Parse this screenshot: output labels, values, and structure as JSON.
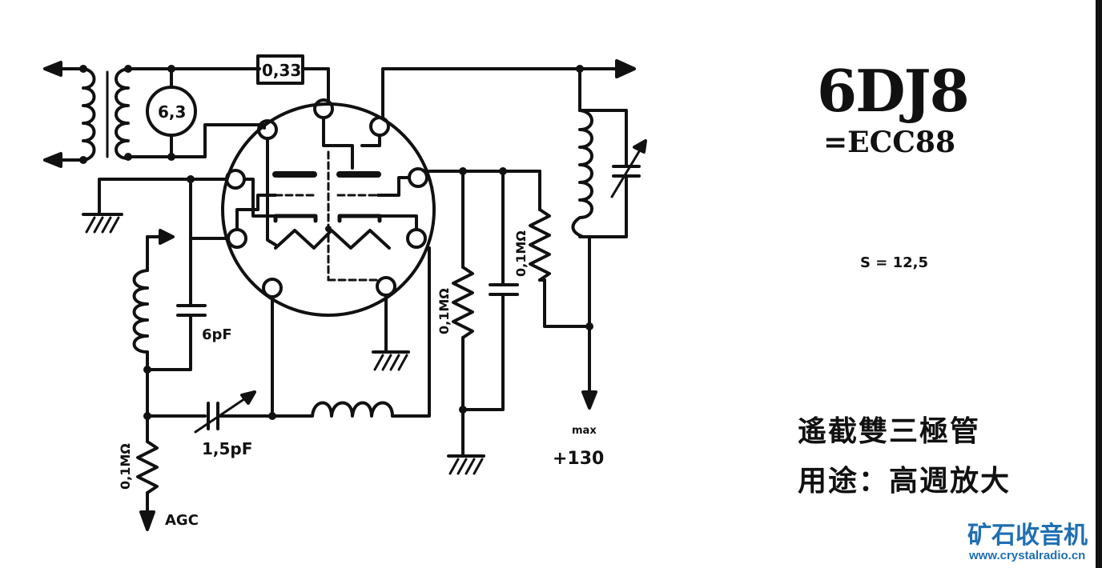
{
  "title": "6DJ8",
  "subtitle": "=ECC88",
  "s_value": "S = 12,5",
  "description_line1": "遙截雙三極管",
  "description_line2": "用途：高週放大",
  "watermark_cn": "矿石收音机",
  "watermark_url": "www.crystalradio.cn",
  "components": {
    "resistor_top": "0,33",
    "heater_voltage": "6,3",
    "cap_6pf": "6pF",
    "cap_1_5pf": "1,5pF",
    "res_agc": "0,1MΩ",
    "res_grid": "0,1MΩ",
    "res_plate": "0,1MΩ",
    "max_label": "max",
    "supply": "+130",
    "agc_label": "AGC"
  }
}
